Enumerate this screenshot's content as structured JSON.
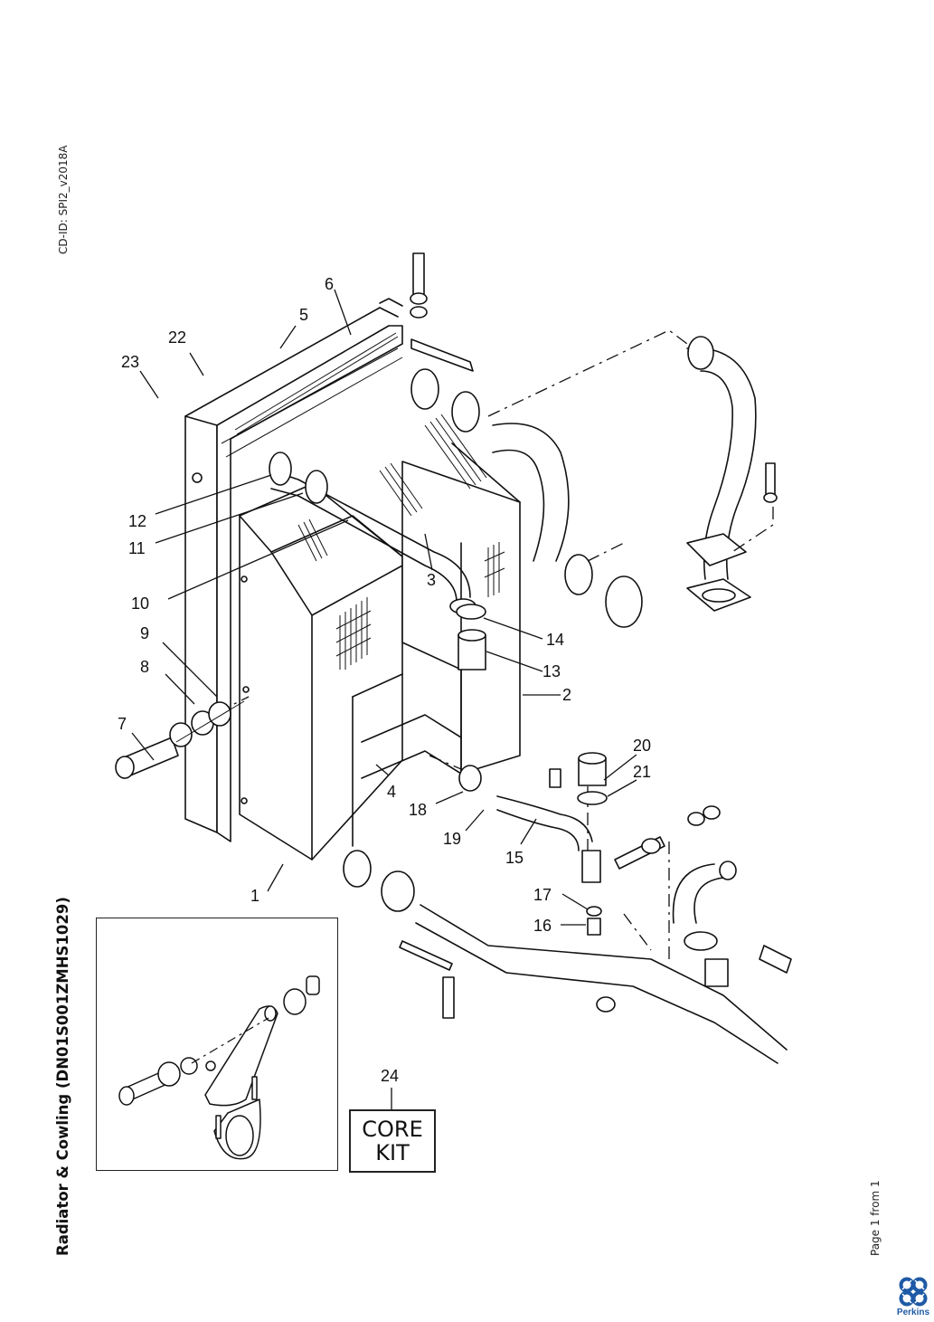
{
  "header": {
    "cd_id": "CD-ID: SPI2_v2018A"
  },
  "document": {
    "title": "Radiator & Cowling (DN01S001ZMHS1029)",
    "page_label": "Page 1 from 1"
  },
  "brand": {
    "name": "Perkins",
    "color": "#1f5aa6"
  },
  "callouts": [
    {
      "id": "1",
      "label": "1"
    },
    {
      "id": "2",
      "label": "2"
    },
    {
      "id": "3",
      "label": "3"
    },
    {
      "id": "4",
      "label": "4"
    },
    {
      "id": "5",
      "label": "5"
    },
    {
      "id": "6",
      "label": "6"
    },
    {
      "id": "7",
      "label": "7"
    },
    {
      "id": "8",
      "label": "8"
    },
    {
      "id": "9",
      "label": "9"
    },
    {
      "id": "10",
      "label": "10"
    },
    {
      "id": "11",
      "label": "11"
    },
    {
      "id": "12",
      "label": "12"
    },
    {
      "id": "13",
      "label": "13"
    },
    {
      "id": "14",
      "label": "14"
    },
    {
      "id": "15",
      "label": "15"
    },
    {
      "id": "16",
      "label": "16"
    },
    {
      "id": "17",
      "label": "17"
    },
    {
      "id": "18",
      "label": "18"
    },
    {
      "id": "19",
      "label": "19"
    },
    {
      "id": "20",
      "label": "20"
    },
    {
      "id": "21",
      "label": "21"
    },
    {
      "id": "22",
      "label": "22"
    },
    {
      "id": "23",
      "label": "23"
    },
    {
      "id": "24",
      "label": "24"
    }
  ],
  "core_kit": {
    "line1": "CORE",
    "line2": "KIT"
  }
}
